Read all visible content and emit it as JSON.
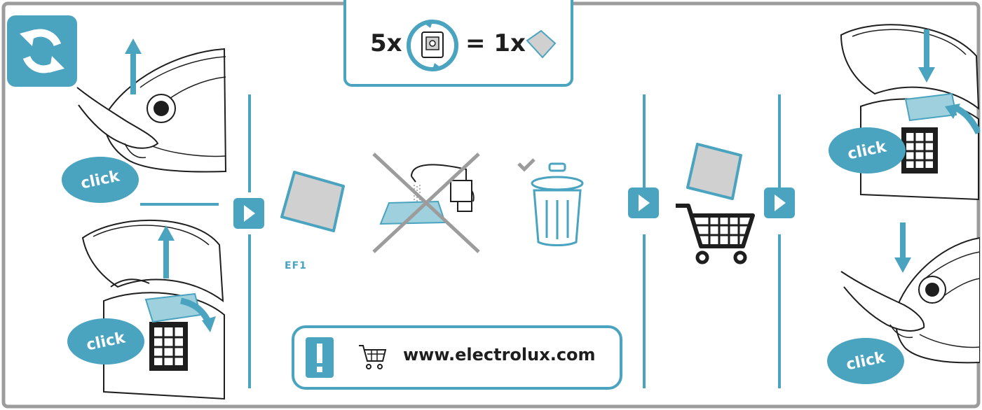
{
  "steps": {
    "step1": {
      "click_top": "click",
      "click_bottom": "click"
    },
    "step2": {
      "filter_label": "EF1"
    },
    "step4": {
      "click_top": "click",
      "click_bottom": "click"
    }
  },
  "rule": {
    "left_qty": "5x",
    "equals": "= 1x"
  },
  "info": {
    "website": "www.electrolux.com"
  },
  "colors": {
    "accent": "#4aa3bf",
    "frame": "#9c9c9c",
    "filter_fill": "#d0d0d0",
    "ink": "#1e1e1e"
  },
  "icons": [
    "refresh-icon",
    "arrow-up-icon",
    "arrow-down-icon",
    "next-step-icon",
    "dust-bag-icon",
    "filter-icon",
    "tap-icon",
    "cross-icon",
    "trash-bin-icon",
    "checkmark-icon",
    "shopping-cart-icon",
    "exclamation-icon"
  ]
}
